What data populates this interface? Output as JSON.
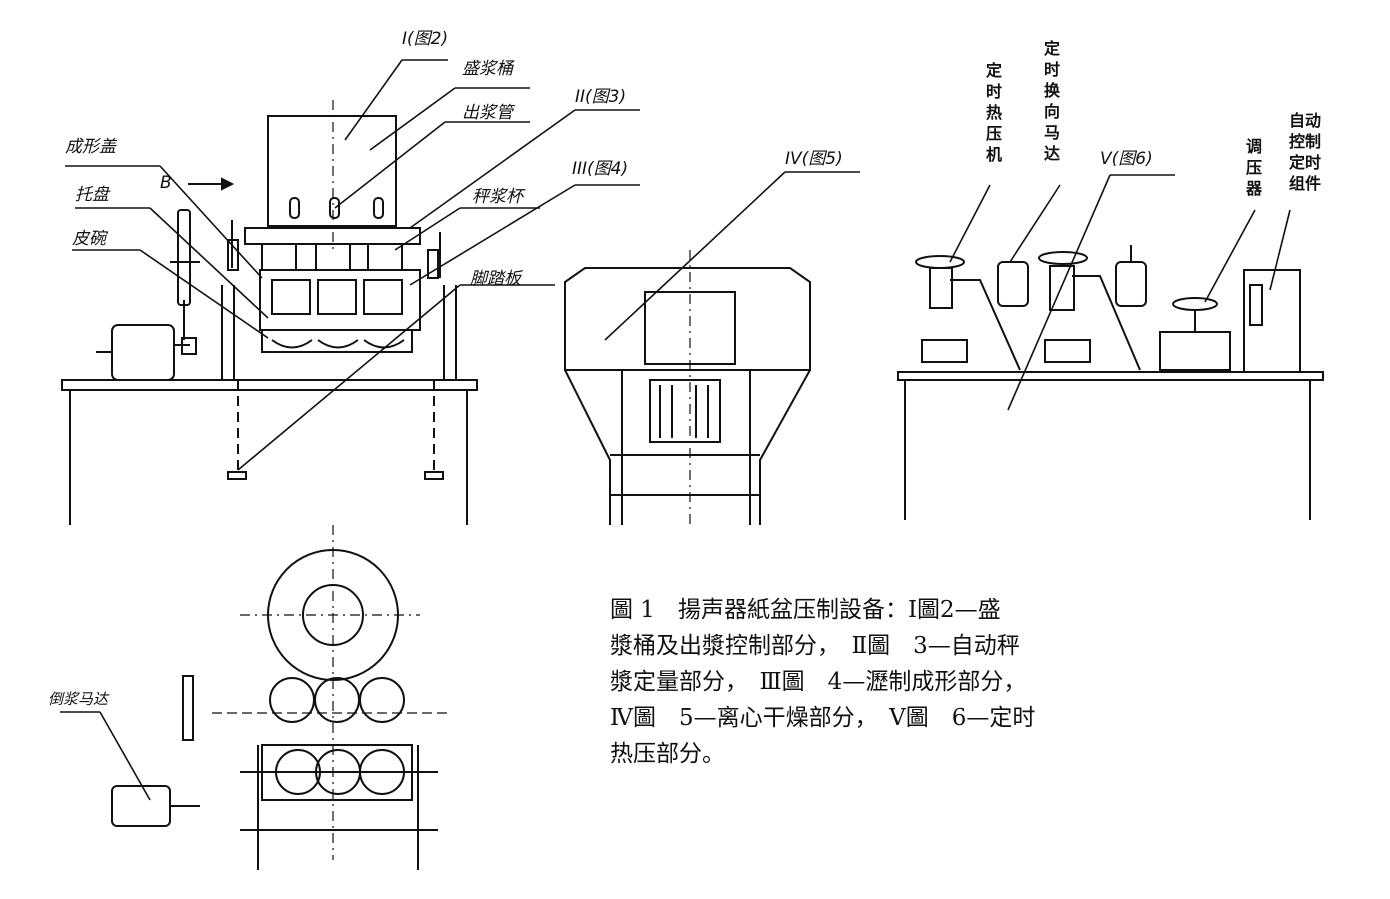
{
  "labels": {
    "fig_I": "I(图2)",
    "bucket": "盛浆桶",
    "outlet_pipe": "出浆管",
    "fig_II": "II(图3)",
    "fig_III": "III(图4)",
    "fig_IV": "IV(图5)",
    "fig_V": "V(图6)",
    "forming_cover": "成形盖",
    "tray": "托盘",
    "pulp_bowl": "皮碗",
    "weigh_cup": "秤浆杯",
    "pedal": "脚踏板",
    "arrow_B": "B",
    "timed_press": "定时热压机",
    "timed_reverse_motor": "定时换向马达",
    "regulator": "调压器",
    "auto_timer": "自动控制定时组件",
    "stir_motor": "倒浆马达"
  },
  "caption": {
    "line1": "圖 1　揚声器紙盆压制設备：Ⅰ圖2—盛",
    "line2": "漿桶及出漿控制部分，　Ⅱ圖　3—自动秤",
    "line3": "漿定量部分，　Ⅲ圖　4—瀝制成形部分，",
    "line4": "Ⅳ圖　5—离心干燥部分，　Ⅴ圖　6—定时",
    "line5": "热压部分。"
  }
}
